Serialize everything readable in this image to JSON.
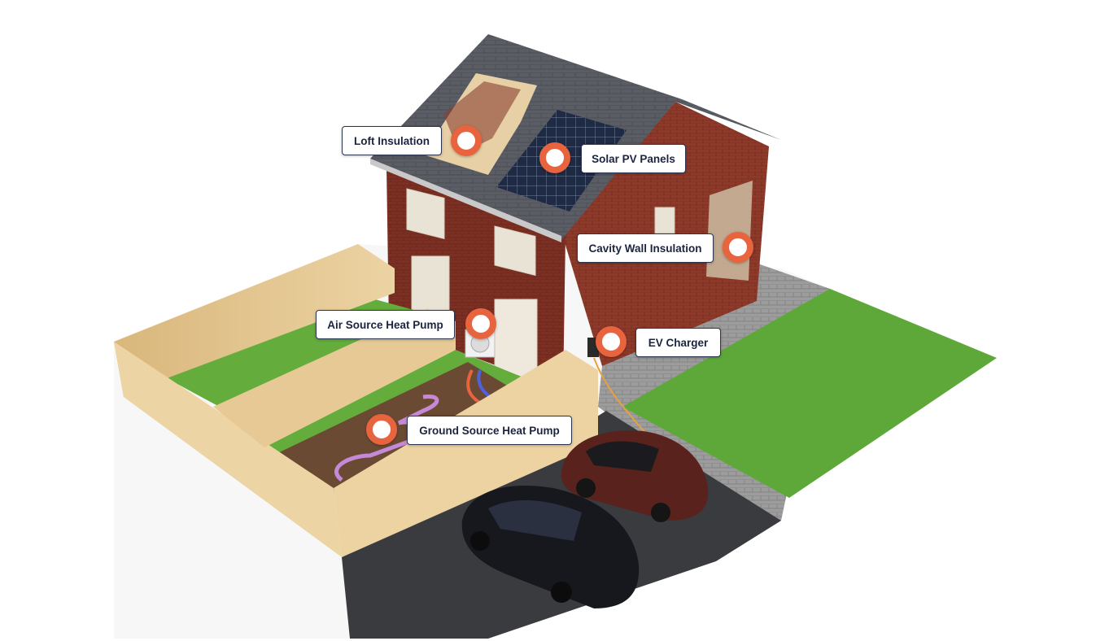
{
  "hotspots": {
    "loft_insulation": {
      "label": "Loft Insulation"
    },
    "solar_pv_panels": {
      "label": "Solar PV Panels"
    },
    "cavity_wall_insulation": {
      "label": "Cavity Wall Insulation"
    },
    "air_source_heat_pump": {
      "label": "Air Source Heat Pump"
    },
    "ev_charger": {
      "label": "EV Charger"
    },
    "ground_source_heat_pump": {
      "label": "Ground Source Heat Pump"
    }
  },
  "colors": {
    "accent": "#e8643f",
    "label_border": "#2a3550",
    "label_text": "#1b2540",
    "brick": "#7a2e22",
    "roof": "#555a60",
    "grass": "#5ea83a",
    "fence": "#e2c48f",
    "driveway": "#3a3b3e",
    "paving": "#9a9a9a"
  }
}
